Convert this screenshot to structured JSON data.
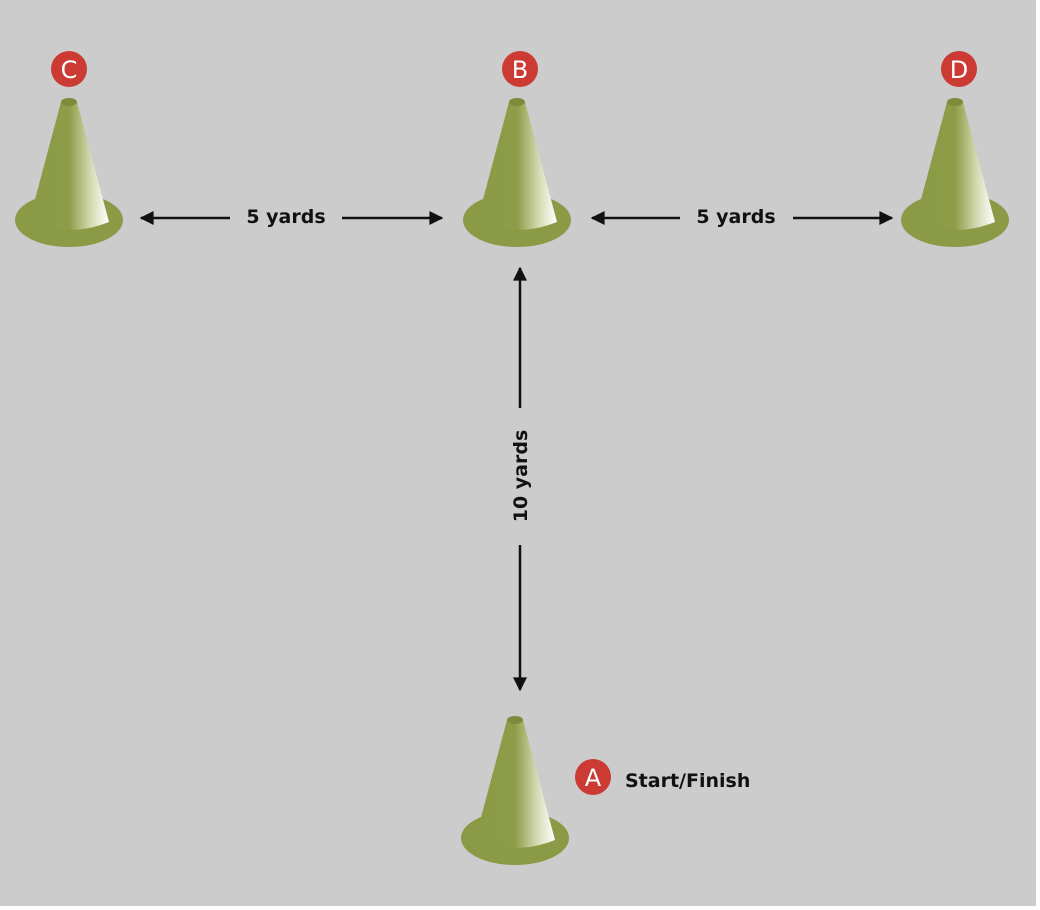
{
  "colors": {
    "background": "#cccccc",
    "cone": "#8a9a45",
    "cone_dark": "#7d8c3c",
    "badge": "#cc3b33",
    "arrow": "#111111"
  },
  "cones": {
    "c": {
      "badge": "C"
    },
    "b": {
      "badge": "B"
    },
    "d": {
      "badge": "D"
    },
    "a": {
      "badge": "A",
      "caption": "Start/Finish"
    }
  },
  "distances": {
    "c_to_b": "5 yards",
    "b_to_d": "5 yards",
    "a_to_b": "10 yards"
  }
}
